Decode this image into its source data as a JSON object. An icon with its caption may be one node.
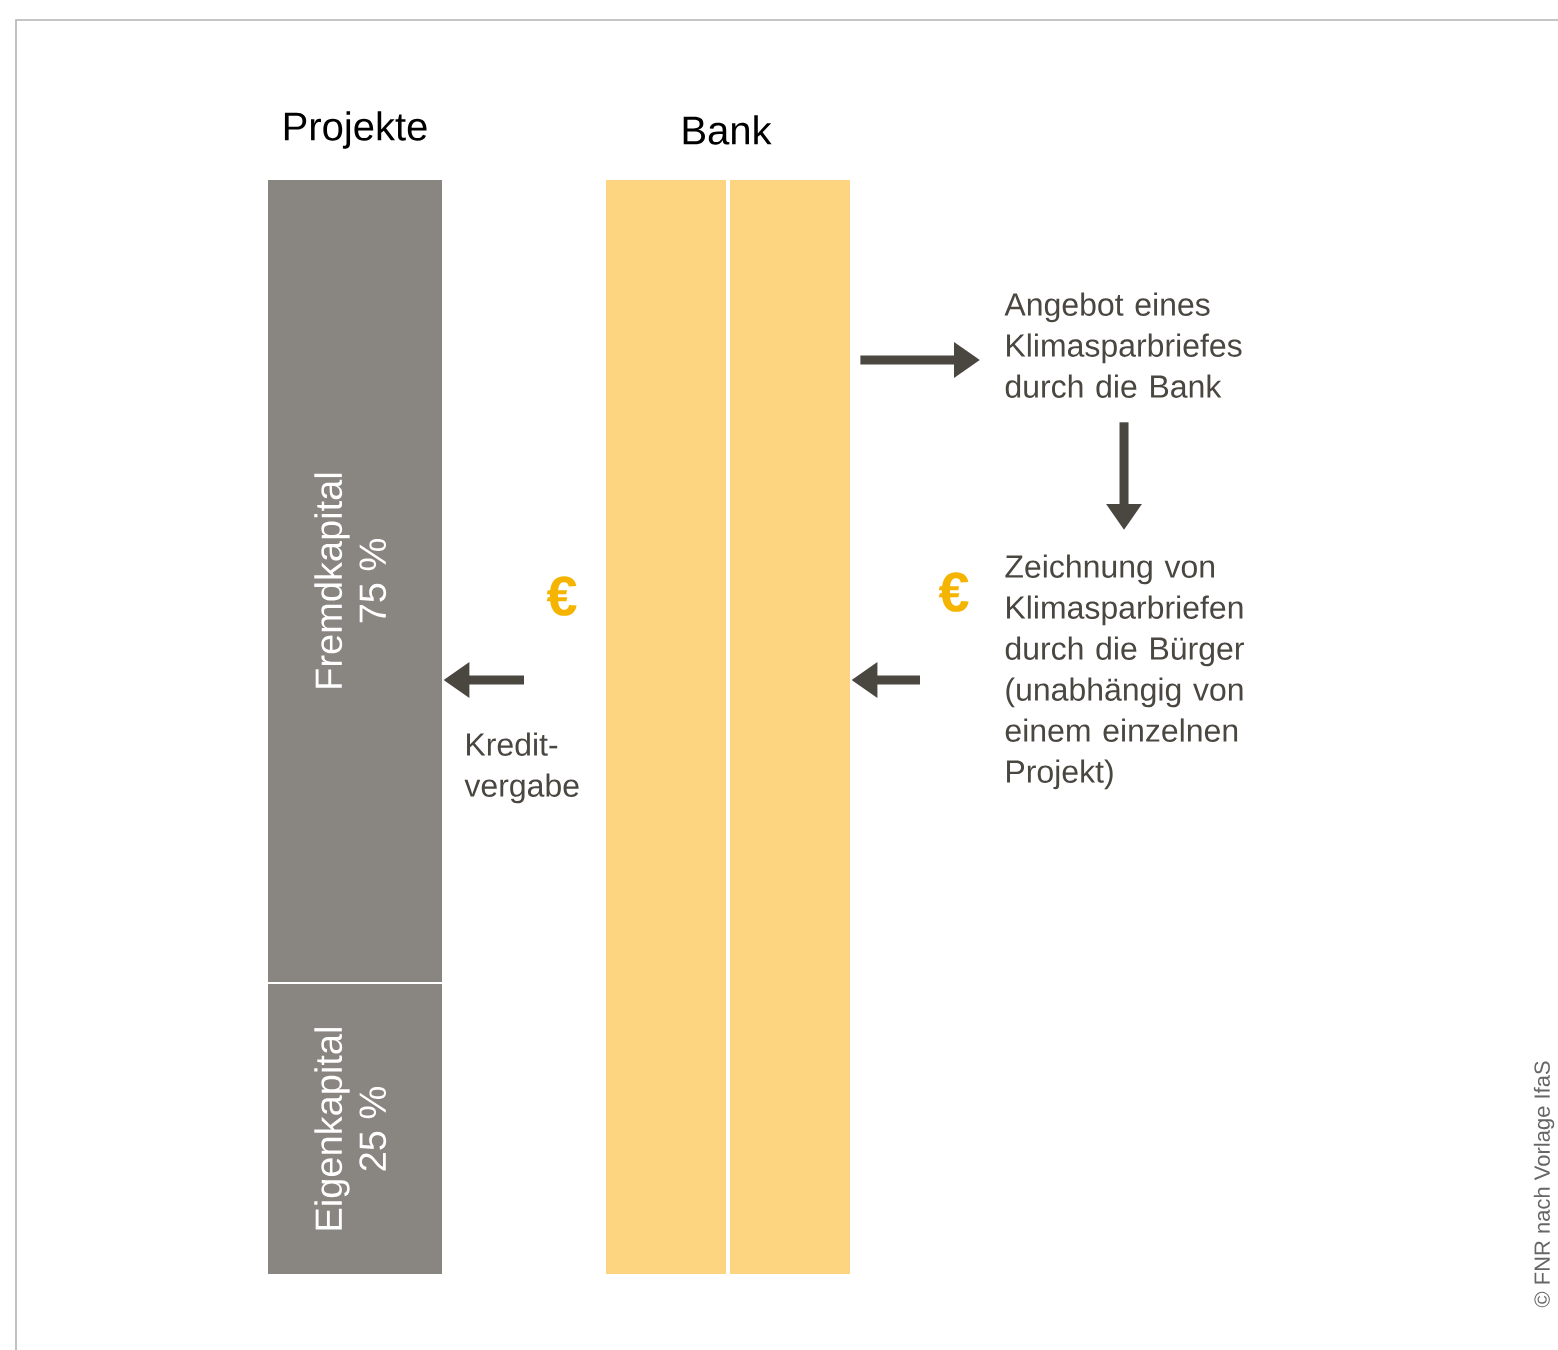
{
  "diagram": {
    "nodes": [
      {
        "text": [
          "Fremdkapital",
          "75 %"
        ]
      },
      {
        "text": [
          "Eigenkapital",
          "25 %"
        ]
      },
      {
        "text": [],
        "shape": "bar"
      },
      {
        "text": [],
        "shape": "bar"
      },
      {
        "text": [
          "Angebot eines Klimasparbriefes durch die Bank"
        ]
      },
      {
        "text": [
          "Zeichnung von Klimasparbriefen durch die Bürger (unabhängig von einem einzelnen Projekt)"
        ]
      }
    ],
    "edges": [
      {
        "from": 3,
        "to": 4,
        "arrow": "to"
      },
      {
        "from": 4,
        "to": 5,
        "arrow": "to"
      },
      {
        "from": null,
        "to": 3,
        "arrow": "to"
      },
      {
        "from": null,
        "to": 0,
        "arrow": "to",
        "label": "Kredit- vergabe"
      }
    ],
    "labels": [
      "Projekte",
      "Bank",
      "€",
      "€",
      "© FNR nach Vorlage IfaS"
    ]
  }
}
